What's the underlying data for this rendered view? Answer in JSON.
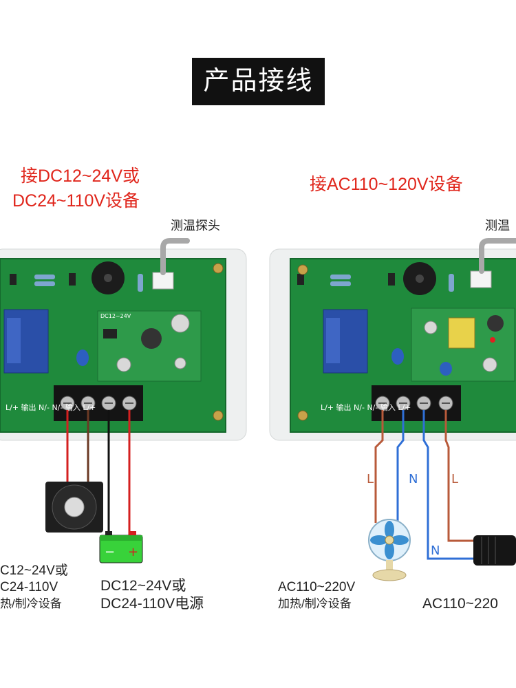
{
  "title": "产品接线",
  "left_panel": {
    "heading_line1": "接DC12~24V或",
    "heading_line2": "DC24~110V设备",
    "probe_label": "测温探头",
    "board_terminal_labels": "L/+ 输出 N/-     N/- 输入 L/+",
    "module_label": "DC12~24V",
    "device_caption_line1": "C12~24V或",
    "device_caption_line2": "C24-110V",
    "device_caption_line3": "热/制冷设备",
    "power_caption_line1": "DC12~24V或",
    "power_caption_line2": "DC24-110V电源",
    "battery_minus": "−",
    "battery_plus": "+"
  },
  "right_panel": {
    "heading": "接AC110~120V设备",
    "probe_label": "测温",
    "board_terminal_labels": "L/+ 输出 N/-     N/- 输入 L/+",
    "device_caption_line1": "AC110~220V",
    "device_caption_line2": "加热/制冷设备",
    "power_caption": "AC110~220",
    "wire_labels": [
      "L",
      "N",
      "L",
      "N"
    ]
  },
  "colors": {
    "board": "#1f8a3c",
    "wire_red": "#d42020",
    "wire_brown": "#6b3a24",
    "wire_black": "#111111",
    "wire_blue": "#2f6fd6",
    "wire_copper": "#b85a3a",
    "heading_red": "#e0261c"
  }
}
